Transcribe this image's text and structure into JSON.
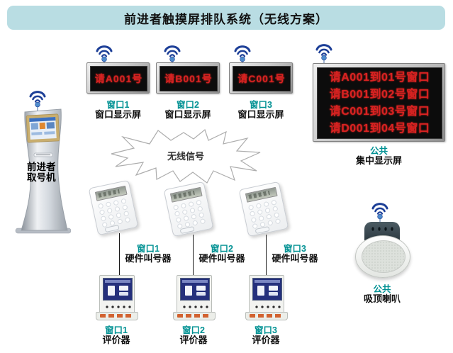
{
  "title": "前进者触摸屏排队系统（无线方案）",
  "colors": {
    "title_bg": "#b9dde3",
    "label_teal": "#009193",
    "led_red": "#d92222",
    "led_bg": "#0c0c0c"
  },
  "icons": {
    "wifi": "wireless-antenna"
  },
  "kiosk": {
    "name_line1": "前进者",
    "name_line2": "取号机"
  },
  "window_displays": [
    {
      "screen_text": "请A001号",
      "window_label": "窗口1",
      "device_label": "窗口显示屏"
    },
    {
      "screen_text": "请B001号",
      "window_label": "窗口2",
      "device_label": "窗口显示屏"
    },
    {
      "screen_text": "请C001号",
      "window_label": "窗口3",
      "device_label": "窗口显示屏"
    }
  ],
  "main_display": {
    "lines": [
      "请A001到01号窗口",
      "请B001到02号窗口",
      "请C001到03号窗口",
      "请D001到04号窗口"
    ],
    "group_label": "公共",
    "device_label": "集中显示屏"
  },
  "wireless": {
    "label": "无线信号"
  },
  "callers": [
    {
      "window_label": "窗口1",
      "device_label": "硬件叫号器"
    },
    {
      "window_label": "窗口2",
      "device_label": "硬件叫号器"
    },
    {
      "window_label": "窗口3",
      "device_label": "硬件叫号器"
    }
  ],
  "evaluators": [
    {
      "window_label": "窗口1",
      "device_label": "评价器"
    },
    {
      "window_label": "窗口2",
      "device_label": "评价器"
    },
    {
      "window_label": "窗口3",
      "device_label": "评价器"
    }
  ],
  "speaker": {
    "group_label": "公共",
    "device_label": "吸顶喇叭"
  }
}
